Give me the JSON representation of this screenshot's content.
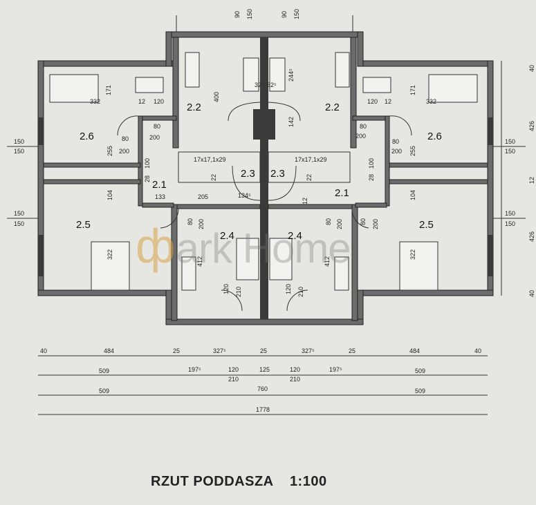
{
  "top_dims": [
    "90",
    "150",
    "90",
    "150"
  ],
  "right_dims": [
    "40",
    "426",
    "12",
    "426",
    "40"
  ],
  "left_dims": [
    "150",
    "150",
    "150",
    "150"
  ],
  "rooms": [
    {
      "id": "2.2",
      "label": "2.2"
    },
    {
      "id": "2.2b",
      "label": "2.2"
    },
    {
      "id": "2.6",
      "label": "2.6"
    },
    {
      "id": "2.6b",
      "label": "2.6"
    },
    {
      "id": "2.1",
      "label": "2.1"
    },
    {
      "id": "2.1b",
      "label": "2.1"
    },
    {
      "id": "2.3",
      "label": "2.3"
    },
    {
      "id": "2.3b",
      "label": "2.3"
    },
    {
      "id": "2.5",
      "label": "2.5"
    },
    {
      "id": "2.5b",
      "label": "2.5"
    },
    {
      "id": "2.4",
      "label": "2.4"
    },
    {
      "id": "2.4b",
      "label": "2.4"
    }
  ],
  "inner_dims": {
    "d171": "171",
    "d332": "332",
    "d12": "12",
    "d120": "120",
    "d400": "400",
    "d32": "32",
    "d325": "32⁵",
    "d2445": "244⁵",
    "d142": "142",
    "d80": "80",
    "d200": "200",
    "d255": "255",
    "d100": "100",
    "d28": "28",
    "d104": "104",
    "d133": "133",
    "d205": "205",
    "d1345": "134⁵",
    "stairs": "17x17,1x29",
    "stairs_b": "17x17,1x29",
    "d22": "22",
    "d322": "322",
    "d412": "412",
    "d210": "210"
  },
  "bottom_dims": {
    "row1": [
      "40",
      "484",
      "25",
      "327⁵",
      "25",
      "327⁵",
      "25",
      "484",
      "40"
    ],
    "row2": [
      "509",
      "197⁵",
      "120",
      "125",
      "120",
      "197⁵",
      "509"
    ],
    "row2b": [
      "210",
      "210"
    ],
    "row3": [
      "509",
      "760",
      "509"
    ],
    "row4": [
      "1778"
    ]
  },
  "title": "RZUT PODDASZA",
  "scale": "1:100",
  "watermark": "ark Home"
}
